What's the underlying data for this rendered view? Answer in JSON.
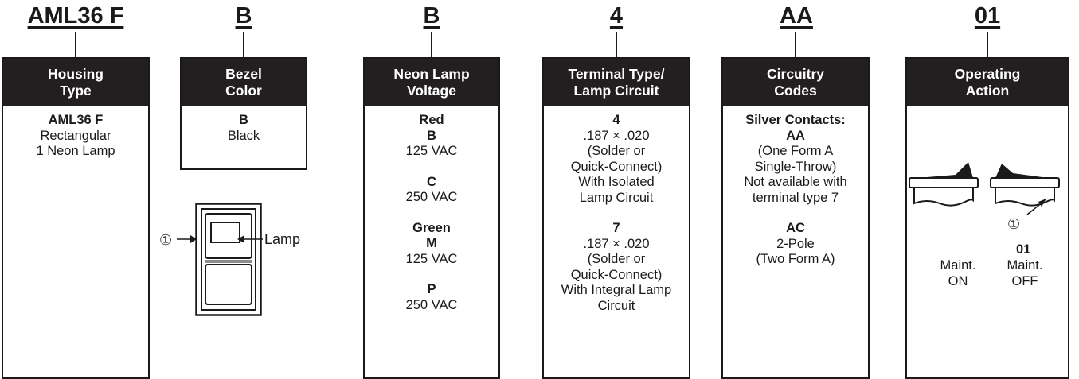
{
  "columns": [
    {
      "code": "AML36 F",
      "header": [
        "Housing",
        "Type"
      ],
      "body": [
        {
          "t": "AML36 F",
          "b": true
        },
        {
          "t": "Rectangular"
        },
        {
          "t": "1 Neon Lamp"
        }
      ]
    },
    {
      "code": "B",
      "header": [
        "Bezel",
        "Color"
      ],
      "body": [
        {
          "t": "B",
          "b": true
        },
        {
          "t": "Black"
        }
      ]
    },
    {
      "code": "B",
      "header": [
        "Neon Lamp",
        "Voltage"
      ],
      "body": [
        {
          "t": "Red",
          "b": true
        },
        {
          "t": "B",
          "b": true
        },
        {
          "t": "125 VAC"
        },
        {
          "gap": true
        },
        {
          "t": "C",
          "b": true
        },
        {
          "t": "250 VAC"
        },
        {
          "gap": true
        },
        {
          "t": "Green",
          "b": true
        },
        {
          "t": "M",
          "b": true
        },
        {
          "t": "125 VAC"
        },
        {
          "gap": true
        },
        {
          "t": "P",
          "b": true
        },
        {
          "t": "250 VAC"
        }
      ]
    },
    {
      "code": "4",
      "header": [
        "Terminal Type/",
        "Lamp Circuit"
      ],
      "body": [
        {
          "t": "4",
          "b": true
        },
        {
          "t": ".187 × .020"
        },
        {
          "t": "(Solder or"
        },
        {
          "t": "Quick-Connect)"
        },
        {
          "t": "With Isolated"
        },
        {
          "t": "Lamp Circuit"
        },
        {
          "gap": true
        },
        {
          "t": "7",
          "b": true
        },
        {
          "t": ".187 × .020"
        },
        {
          "t": "(Solder or"
        },
        {
          "t": "Quick-Connect)"
        },
        {
          "t": "With Integral Lamp"
        },
        {
          "t": "Circuit"
        }
      ]
    },
    {
      "code": "AA",
      "header": [
        "Circuitry",
        "Codes"
      ],
      "body": [
        {
          "t": "Silver Contacts:",
          "b": true
        },
        {
          "t": "AA",
          "b": true
        },
        {
          "t": "(One Form A"
        },
        {
          "t": "Single-Throw)"
        },
        {
          "t": "Not available with"
        },
        {
          "t": "terminal type 7"
        },
        {
          "gap": true
        },
        {
          "t": "AC",
          "b": true
        },
        {
          "t": "2-Pole"
        },
        {
          "t": "(Two Form A)"
        }
      ]
    },
    {
      "code": "01",
      "header": [
        "Operating",
        "Action"
      ],
      "body": []
    }
  ],
  "diagram": {
    "callout_left": "①",
    "lamp_label": "Lamp",
    "action_callout": "①",
    "action_code": "01",
    "action_on": [
      "Maint.",
      "ON"
    ],
    "action_off": [
      "Maint.",
      "OFF"
    ]
  }
}
